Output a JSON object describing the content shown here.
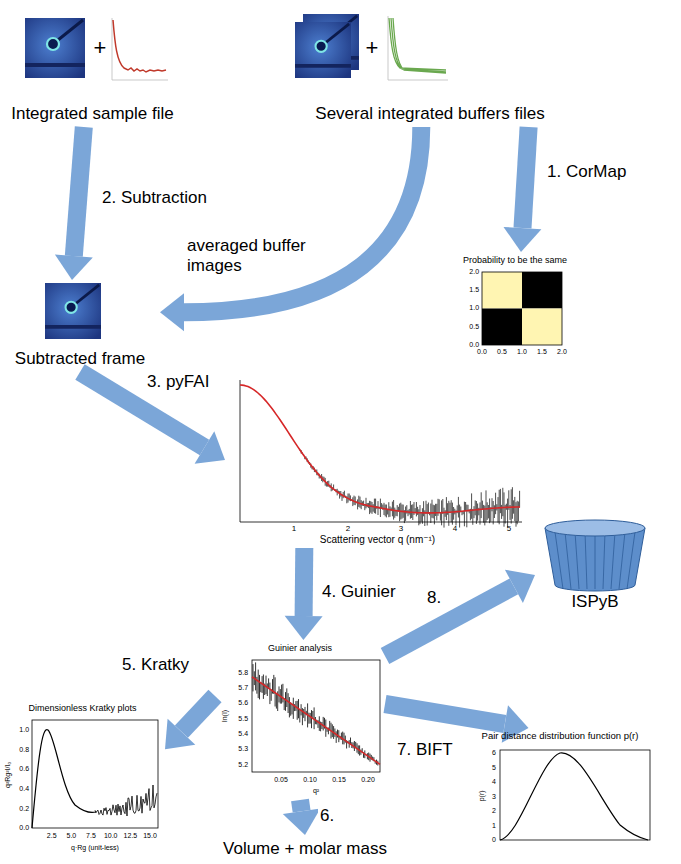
{
  "diagram": {
    "nodes": [
      {
        "text": [
          "Integrated sample file"
        ]
      },
      {
        "text": [
          "Several integrated buffers files"
        ]
      },
      {
        "text": [
          "Probability to be the same"
        ]
      },
      {
        "text": [
          "Subtracted frame"
        ]
      },
      {
        "text": [
          "Scattering vector q (nm⁻¹)"
        ]
      },
      {
        "text": [
          "Guinier analysis"
        ]
      },
      {
        "text": [
          "ISPyB"
        ]
      },
      {
        "text": [
          "Dimensionless Kratky plots"
        ]
      },
      {
        "text": [
          "Volume + molar mass"
        ]
      },
      {
        "text": [
          "Pair distance distribution function p(r)"
        ]
      }
    ],
    "edges": [
      {
        "from": 1,
        "to": 2,
        "label": "1. CorMap",
        "arrow": "to"
      },
      {
        "from": 0,
        "to": 3,
        "label": "2. Subtraction",
        "arrow": "to"
      },
      {
        "from": 1,
        "to": 3,
        "label": "averaged buffer images",
        "arrow": "to"
      },
      {
        "from": 3,
        "to": 4,
        "label": "3. pyFAI",
        "arrow": "to"
      },
      {
        "from": 4,
        "to": 5,
        "label": "4. Guinier",
        "arrow": "to"
      },
      {
        "from": 5,
        "to": 7,
        "label": "5. Kratky",
        "arrow": "to"
      },
      {
        "from": 5,
        "to": 8,
        "label": "6.",
        "arrow": "to"
      },
      {
        "from": 5,
        "to": 9,
        "label": "7. BIFT",
        "arrow": "to"
      },
      {
        "from": 5,
        "to": 6,
        "label": "8.",
        "arrow": "to"
      }
    ],
    "labels": [
      "+",
      "+",
      "2.0",
      "1.5",
      "1.0",
      "0.5",
      "0.0",
      "0.0",
      "0.5",
      "1.0",
      "1.5",
      "2.0",
      "1",
      "2",
      "3",
      "4",
      "5",
      "5.8",
      "5.7",
      "5.6",
      "5.5",
      "5.4",
      "5.3",
      "5.2",
      "0.05",
      "0.10",
      "0.15",
      "0.20",
      "ln(I)",
      "q²",
      "1.0",
      "0.8",
      "0.6",
      "0.4",
      "0.2",
      "0.0",
      "2.5",
      "5.0",
      "7.5",
      "10.0",
      "12.5",
      "15.0",
      "q²Rg²I/I₀",
      "q·Rg (unit-less)",
      "6",
      "5",
      "4",
      "3",
      "2",
      "1",
      "0",
      "p(r)"
    ]
  }
}
